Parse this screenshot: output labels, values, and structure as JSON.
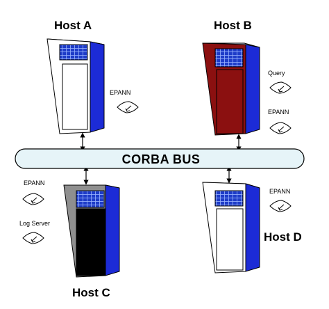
{
  "bus": {
    "label": "CORBA BUS",
    "fill": "#e6f4f8"
  },
  "hosts": {
    "a": {
      "label": "Host A",
      "body_color": "#ffffff",
      "side_color": "#1c2bd6",
      "top_color": "#c8dff0"
    },
    "b": {
      "label": "Host B",
      "body_color": "#8b1010",
      "side_color": "#1c2bd6",
      "top_color": "#c8dff0"
    },
    "c": {
      "label": "Host C",
      "body_color": "#000000",
      "side_color": "#1c2bd6",
      "top_color": "#c8dff0",
      "face_color": "#8f8f8f"
    },
    "d": {
      "label": "Host D",
      "body_color": "#ffffff",
      "side_color": "#1c2bd6",
      "top_color": "#c8dff0"
    }
  },
  "components": {
    "a_epann": "EPANN",
    "b_query": "Query",
    "b_epann": "EPANN",
    "c_epann": "EPANN",
    "c_log_server": "Log Server",
    "d_epann": "EPANN"
  }
}
